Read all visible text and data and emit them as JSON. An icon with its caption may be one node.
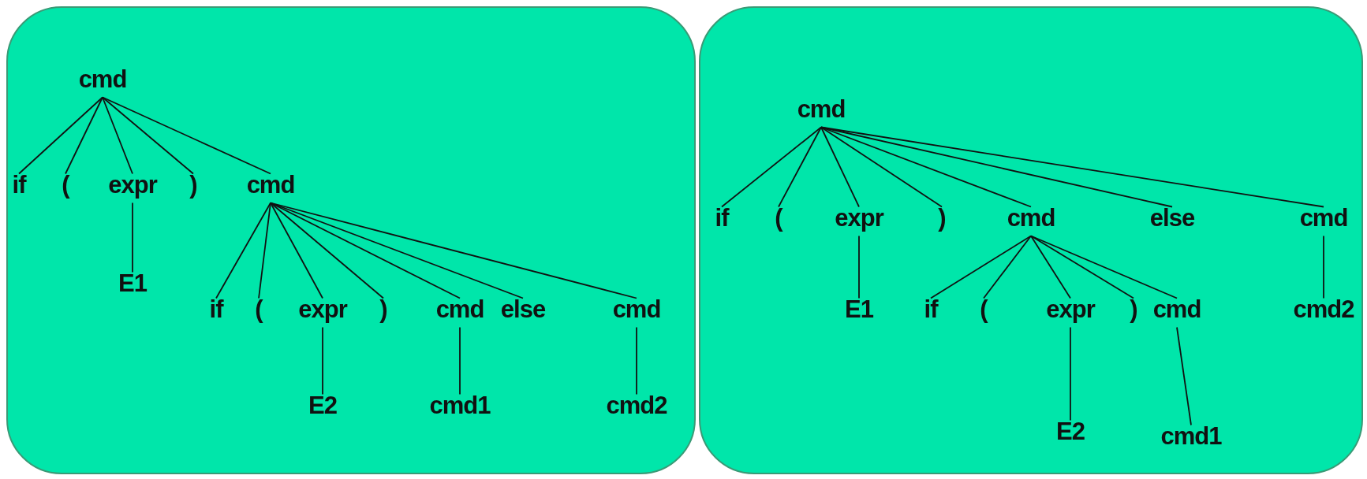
{
  "diagram": {
    "nodes": [
      {
        "text": [],
        "shape": "box"
      },
      {
        "text": [],
        "shape": "box"
      },
      {
        "text": [
          "cmd"
        ],
        "in": 0
      },
      {
        "text": [
          "if"
        ],
        "in": 0
      },
      {
        "text": [
          "("
        ],
        "in": 0
      },
      {
        "text": [
          "expr"
        ],
        "in": 0
      },
      {
        "text": [
          ")"
        ],
        "in": 0
      },
      {
        "text": [
          "cmd"
        ],
        "in": 0
      },
      {
        "text": [
          "E1"
        ],
        "in": 0
      },
      {
        "text": [
          "if"
        ],
        "in": 0
      },
      {
        "text": [
          "("
        ],
        "in": 0
      },
      {
        "text": [
          "expr"
        ],
        "in": 0
      },
      {
        "text": [
          ")"
        ],
        "in": 0
      },
      {
        "text": [
          "cmd"
        ],
        "in": 0
      },
      {
        "text": [
          "else"
        ],
        "in": 0
      },
      {
        "text": [
          "cmd"
        ],
        "in": 0
      },
      {
        "text": [
          "E2"
        ],
        "in": 0
      },
      {
        "text": [
          "cmd1"
        ],
        "in": 0
      },
      {
        "text": [
          "cmd2"
        ],
        "in": 0
      },
      {
        "text": [
          "cmd"
        ],
        "in": 1
      },
      {
        "text": [
          "if"
        ],
        "in": 1
      },
      {
        "text": [
          "("
        ],
        "in": 1
      },
      {
        "text": [
          "expr"
        ],
        "in": 1
      },
      {
        "text": [
          ")"
        ],
        "in": 1
      },
      {
        "text": [
          "cmd"
        ],
        "in": 1
      },
      {
        "text": [
          "else"
        ],
        "in": 1
      },
      {
        "text": [
          "cmd"
        ],
        "in": 1
      },
      {
        "text": [
          "E1"
        ],
        "in": 1
      },
      {
        "text": [
          "if"
        ],
        "in": 1
      },
      {
        "text": [
          "("
        ],
        "in": 1
      },
      {
        "text": [
          "expr"
        ],
        "in": 1
      },
      {
        "text": [
          ")"
        ],
        "in": 1
      },
      {
        "text": [
          "cmd"
        ],
        "in": 1
      },
      {
        "text": [
          "cmd2"
        ],
        "in": 1
      },
      {
        "text": [
          "E2"
        ],
        "in": 1
      },
      {
        "text": [
          "cmd1"
        ],
        "in": 1
      }
    ],
    "edges": [
      {
        "from": 2,
        "to": 3,
        "arrow": "none"
      },
      {
        "from": 2,
        "to": 4,
        "arrow": "none"
      },
      {
        "from": 2,
        "to": 5,
        "arrow": "none"
      },
      {
        "from": 2,
        "to": 6,
        "arrow": "none"
      },
      {
        "from": 2,
        "to": 7,
        "arrow": "none"
      },
      {
        "from": 5,
        "to": 8,
        "arrow": "none"
      },
      {
        "from": 7,
        "to": 9,
        "arrow": "none"
      },
      {
        "from": 7,
        "to": 10,
        "arrow": "none"
      },
      {
        "from": 7,
        "to": 11,
        "arrow": "none"
      },
      {
        "from": 7,
        "to": 12,
        "arrow": "none"
      },
      {
        "from": 7,
        "to": 13,
        "arrow": "none"
      },
      {
        "from": 7,
        "to": 14,
        "arrow": "none"
      },
      {
        "from": 7,
        "to": 15,
        "arrow": "none"
      },
      {
        "from": 11,
        "to": 16,
        "arrow": "none"
      },
      {
        "from": 13,
        "to": 17,
        "arrow": "none"
      },
      {
        "from": 15,
        "to": 18,
        "arrow": "none"
      },
      {
        "from": 19,
        "to": 20,
        "arrow": "none"
      },
      {
        "from": 19,
        "to": 21,
        "arrow": "none"
      },
      {
        "from": 19,
        "to": 22,
        "arrow": "none"
      },
      {
        "from": 19,
        "to": 23,
        "arrow": "none"
      },
      {
        "from": 19,
        "to": 24,
        "arrow": "none"
      },
      {
        "from": 19,
        "to": 25,
        "arrow": "none"
      },
      {
        "from": 19,
        "to": 26,
        "arrow": "none"
      },
      {
        "from": 22,
        "to": 27,
        "arrow": "none"
      },
      {
        "from": 24,
        "to": 28,
        "arrow": "none"
      },
      {
        "from": 24,
        "to": 29,
        "arrow": "none"
      },
      {
        "from": 24,
        "to": 30,
        "arrow": "none"
      },
      {
        "from": 24,
        "to": 31,
        "arrow": "none"
      },
      {
        "from": 24,
        "to": 32,
        "arrow": "none"
      },
      {
        "from": 26,
        "to": 33,
        "arrow": "none"
      },
      {
        "from": 30,
        "to": 34,
        "arrow": "none"
      },
      {
        "from": 32,
        "to": 35,
        "arrow": "none"
      }
    ]
  }
}
